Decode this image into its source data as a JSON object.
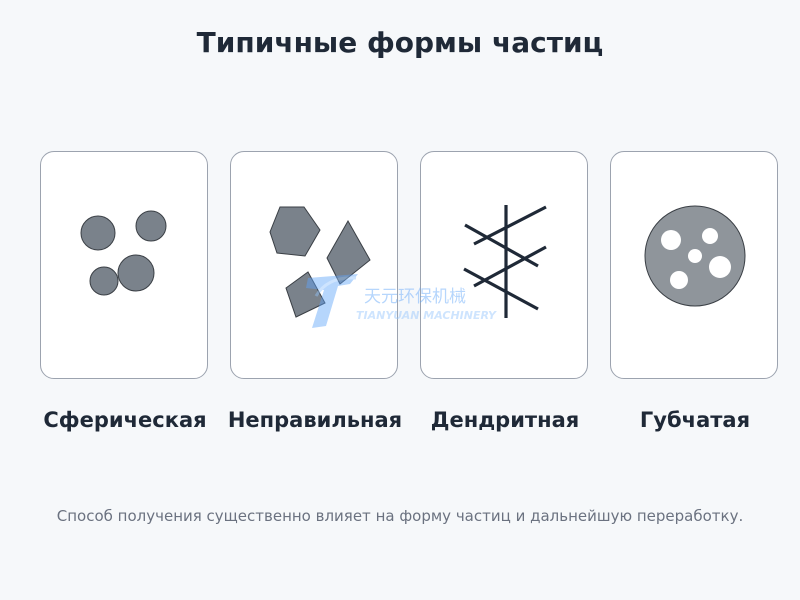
{
  "title": "Типичные формы частиц",
  "shapes": [
    {
      "label": "Сферическая"
    },
    {
      "label": "Неправильная"
    },
    {
      "label": "Дендритная"
    },
    {
      "label": "Губчатая"
    }
  ],
  "caption": "Способ получения существенно влияет на форму частиц и дальнейшую переработку.",
  "watermark": {
    "text_cn": "天元环保机械",
    "text_en": "TIANYUAN MACHINERY"
  },
  "colors": {
    "background": "#f6f8fa",
    "particle_fill": "#7a828b",
    "particle_stroke": "#3a3f45",
    "dendrite": "#1f2937",
    "sponge_fill": "#8f959b",
    "watermark": "#60a5fa"
  }
}
